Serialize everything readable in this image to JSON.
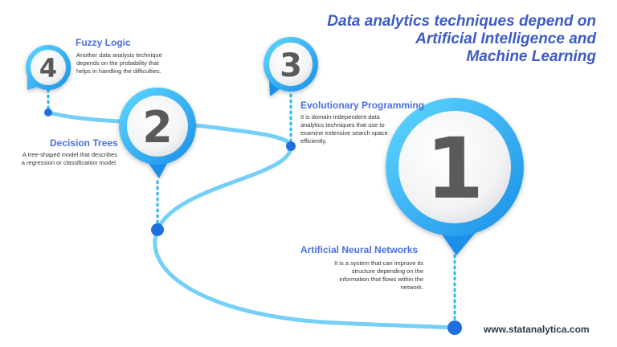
{
  "title": {
    "line1": "Data analytics techniques depend on",
    "line2": "Artificial Intelligence and",
    "line3": "Machine Learning"
  },
  "steps": [
    {
      "number": "1",
      "heading": "Artificial Neural Networks",
      "desc": [
        "It is a system that can improve its",
        "structure depending on the",
        "information that flows within the",
        "network."
      ]
    },
    {
      "number": "2",
      "heading": "Decision Trees",
      "desc": [
        "A tree-shaped model that describes",
        "a regression or classification model."
      ]
    },
    {
      "number": "3",
      "heading": "Evolutionary Programming",
      "desc": [
        "It is domain-independent data",
        "analytics techniques that use to",
        "examine extensive search space",
        "efficiently."
      ]
    },
    {
      "number": "4",
      "heading": "Fuzzy Logic",
      "desc": [
        "Another data analysis technique",
        "depends on the probability that",
        "helps in handling the difficulties."
      ]
    }
  ],
  "footer": {
    "url": "www.statanalytica.com"
  },
  "colors": {
    "accent": "#29b6f6",
    "path": "#74d0f7",
    "node": "#1f6fe0",
    "heading": "#4a6fe0",
    "title": "#3d5bc4"
  }
}
